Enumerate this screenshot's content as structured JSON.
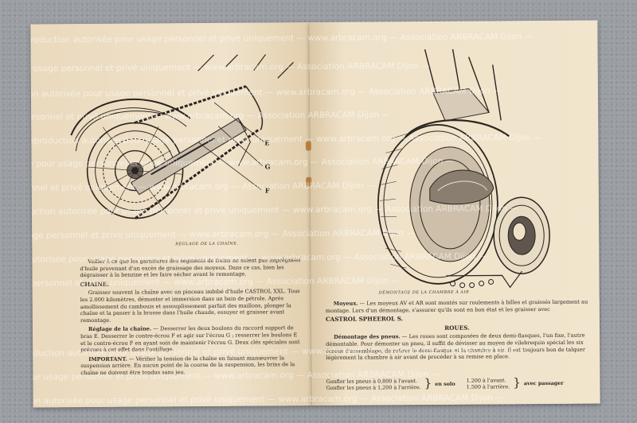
{
  "watermark": "Reproduction autorisée pour usage personnel et privé uniquement — www.arbracam.org — Association ARBRACAM Dijon —",
  "left_page": {
    "illustration_caption": "Réglage de la chaîne.",
    "callouts": [
      "E",
      "G",
      "F"
    ],
    "intro": "Veiller à ce que les garnitures des segments de freins ne soient pas imprégnées d'huile provenant d'un excès de graissage des moyeux. Dans ce cas, bien les dégraisser à la benzine et les faire sécher avant le remontage.",
    "chain_heading": "CHAINE.",
    "chain_text": "Graisser souvent la chaîne avec un pinceau imbibé d'huile CASTROL XXL. Tous les 2.000 kilomètres, démonter et immersion dans un bain de pétrole. Après amollissement du cambouis et assouplissement parfait des maillons, plonger la chaîne et la passer à la brosse dans l'huile chaude, essuyer et graisser avant remontage.",
    "adjust_heading": "Réglage de la chaîne.",
    "adjust_text": "— Desserrer les deux boulons du raccord support de bras E. Desserrer le contre-écrou F et agir sur l'écrou G ; resserrer les boulons E et le contre-écrou F en ayant soin de maintenir l'écrou G. Deux clés spéciales sont prévues à cet effet dans l'outillage.",
    "important_heading": "IMPORTANT.",
    "important_text": "— Vérifier la tension de la chaîne en faisant manœuvrer la suspension arrière. En aucun point de la course de la suspension, les brins de la chaîne ne doivent être tendus sans jeu."
  },
  "right_page": {
    "illustration_caption": "Démontage de la chambre à air",
    "hubs_heading": "Moyeux.",
    "hubs_text": "— Les moyeux AV et AR sont montés sur roulements à billes et graissés largement au montage. Lors d'un démontage, s'assurer qu'ils sont en bon état et les graisser avec",
    "castrol": "CASTROL SPHEEROL S.",
    "wheels_heading": "ROUES.",
    "tyres_heading": "Démontage des pneus.",
    "tyres_text": "— Les roues sont composées de deux demi-flasques, l'un fixe, l'autre démontable. Pour démonter un pneu, il suffit de dévisser au moyen de vilebrequin spécial les six écrous d'assemblage, de retirer le demi-flasque et la chambre à air. Il est toujours bon de talquer légèrement la chambre à air avant de procéder à sa remise en place.",
    "pressure": {
      "front_solo": "Gonfler les pneus à 0,800 à l'avant.",
      "rear_solo": "Gonfler les pneus à 1,200 à l'arrière.",
      "solo_label": "en solo",
      "front_passenger": "1.200 à l'avant.",
      "rear_passenger": "1.500 à l'arrière.",
      "passenger_label": "avec passager"
    }
  }
}
